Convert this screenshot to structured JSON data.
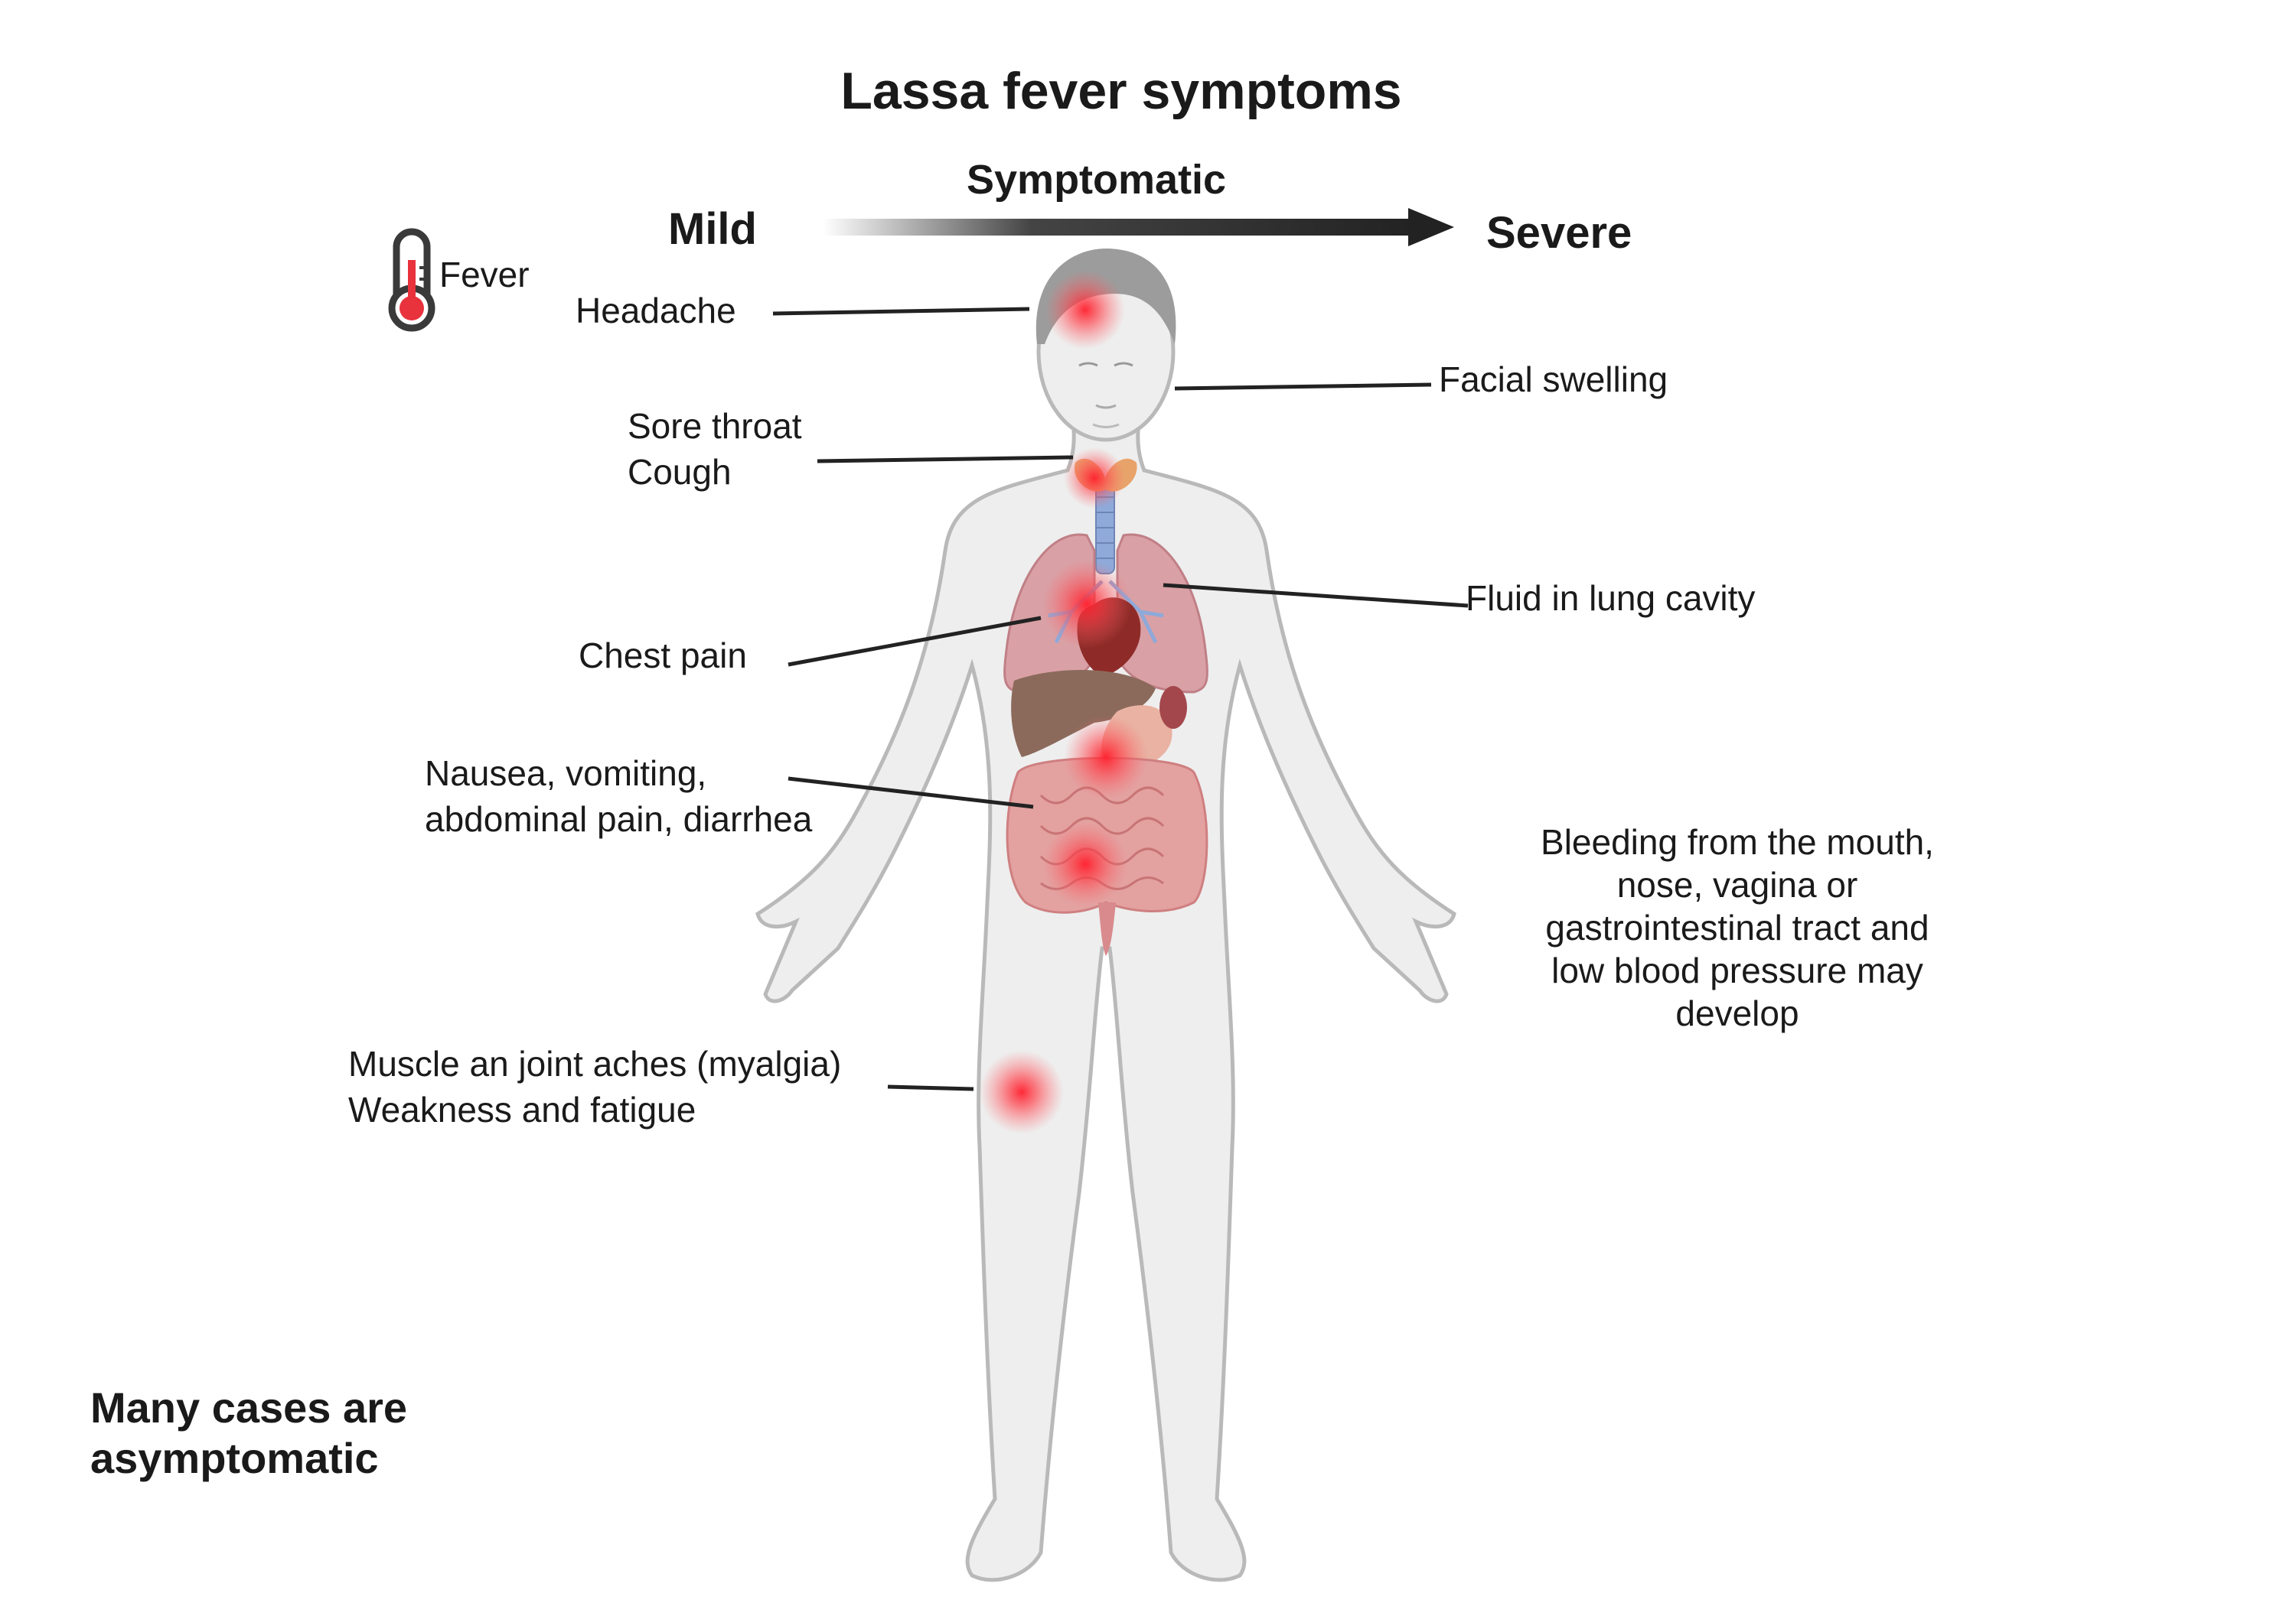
{
  "title": "Lassa fever symptoms",
  "progression": {
    "heading": "Symptomatic",
    "start_label": "Mild",
    "end_label": "Severe"
  },
  "fever": {
    "label": "Fever",
    "icon": "thermometer-icon"
  },
  "symptoms": {
    "headache": "Headache",
    "sore_throat_cough": "Sore throat\nCough",
    "chest_pain": "Chest pain",
    "gi": "Nausea, vomiting,\nabdominal pain, diarrhea",
    "muscle": "Muscle an joint aches (myalgia)\nWeakness and fatigue",
    "facial_swelling": "Facial swelling",
    "fluid_lung": "Fluid in lung cavity",
    "bleeding": "Bleeding from the mouth,\nnose, vagina or\ngastrointestinal tract and\nlow blood pressure may\ndevelop"
  },
  "asymptomatic_note": "Many cases are\nasymptomatic",
  "colors": {
    "highlight": "#e8323c",
    "body": "#eeeeee",
    "outline": "#b9b9b9",
    "lung": "#d9a0a5",
    "intestine": "#e3a1a0",
    "liver": "#8b6a5c",
    "arrow": "#222222"
  }
}
